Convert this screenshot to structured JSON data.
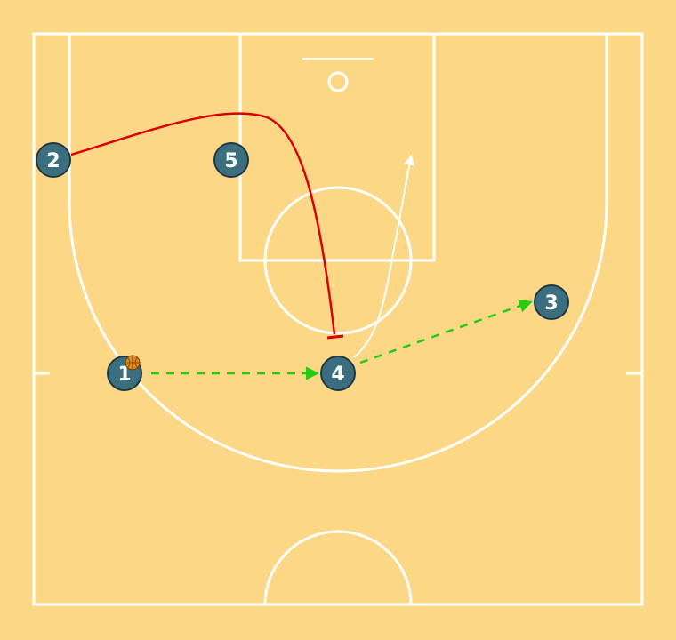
{
  "colors": {
    "background": "#fcd886",
    "court_lines": "#ffffff",
    "player_fill": "#3b6f80",
    "player_border": "#1f3a45",
    "player_text": "#ffffff",
    "pass_arrow": "#22cc11",
    "screen_path": "#dd0000",
    "cut_arrow": "#ffffff",
    "ball": "#e08a20"
  },
  "players": [
    {
      "id": "p1",
      "label": "1",
      "has_ball": true
    },
    {
      "id": "p2",
      "label": "2"
    },
    {
      "id": "p3",
      "label": "3"
    },
    {
      "id": "p4",
      "label": "4"
    },
    {
      "id": "p5",
      "label": "5"
    }
  ],
  "actions": [
    {
      "type": "pass",
      "from": "1",
      "to": "4",
      "style": "dashed"
    },
    {
      "type": "pass",
      "from": "4",
      "to": "3",
      "style": "dashed"
    },
    {
      "type": "screen",
      "player": "2",
      "ends_near": "4"
    },
    {
      "type": "cut",
      "player": "4",
      "toward": "lane"
    }
  ]
}
